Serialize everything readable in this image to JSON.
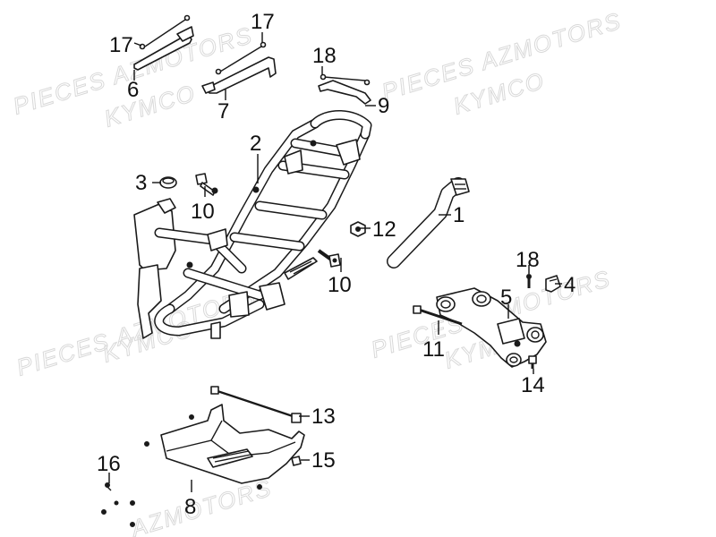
{
  "watermarks": [
    {
      "text": "PIECES AZMOTORS"
    },
    {
      "text": "KYMCO"
    },
    {
      "text": "PIECES AZMOTORS"
    },
    {
      "text": "KYMCO"
    },
    {
      "text": "PIECES AZMOTORS"
    },
    {
      "text": "KYMCO"
    },
    {
      "text": "PIECES AZMOTORS"
    },
    {
      "text": "KYMCO"
    },
    {
      "text": "AZMOTORS"
    }
  ],
  "callouts": [
    {
      "number": "17"
    },
    {
      "number": "17"
    },
    {
      "number": "6"
    },
    {
      "number": "7"
    },
    {
      "number": "18"
    },
    {
      "number": "9"
    },
    {
      "number": "2"
    },
    {
      "number": "3"
    },
    {
      "number": "10"
    },
    {
      "number": "12"
    },
    {
      "number": "1"
    },
    {
      "number": "10"
    },
    {
      "number": "18"
    },
    {
      "number": "4"
    },
    {
      "number": "5"
    },
    {
      "number": "11"
    },
    {
      "number": "14"
    },
    {
      "number": "13"
    },
    {
      "number": "16"
    },
    {
      "number": "15"
    },
    {
      "number": "8"
    }
  ]
}
